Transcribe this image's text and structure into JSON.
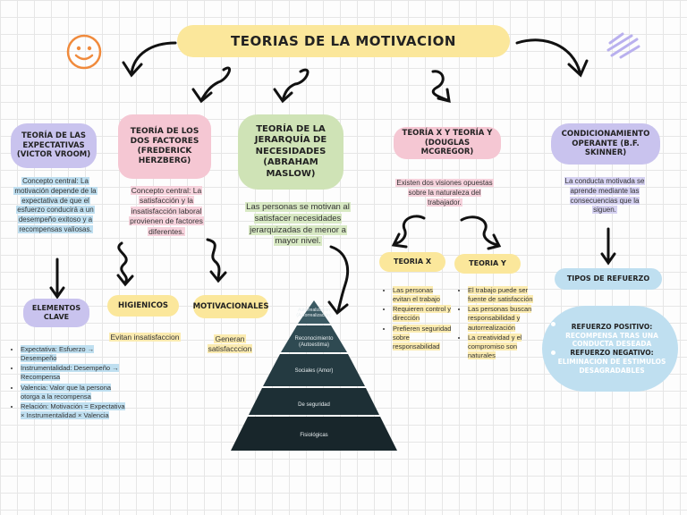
{
  "title": "TEORIAS DE LA MOTIVACION",
  "vroom": {
    "heading": "TEORÍA DE LAS EXPECTATIVAS (VICTOR VROOM)",
    "text": "Concepto central: La motivación depende de la expectativa de que el esfuerzo conducirá a un desempeño exitoso y a recompensas valiosas.",
    "key_label": "ELEMENTOS CLAVE",
    "items": [
      "Expectativa: Esfuerzo → Desempeño",
      "Instrumentalidad: Desempeño → Recompensa",
      "Valencia: Valor que la persona otorga a la recompensa",
      "Relación: Motivación = Expectativa × Instrumentalidad × Valencia"
    ]
  },
  "herzberg": {
    "heading": "TEORÍA DE LOS DOS FACTORES (FREDERICK HERZBERG)",
    "text": "Concepto central: La satisfacción y la insatisfacción laboral provienen de factores diferentes.",
    "hygienic_label": "HIGIENICOS",
    "hygienic_text": "Evitan insatisfaccion",
    "motivational_label": "MOTIVACIONALES",
    "motivational_text": "Generan satisfacccion"
  },
  "maslow": {
    "heading": "TEORÍA DE LA JERARQUÍA DE NECESIDADES (ABRAHAM MASLOW)",
    "text": "Las personas se motivan al satisfacer necesidades jerarquizadas de menor a mayor nivel.",
    "pyramid": [
      "Autorrealización (Autorrealización)",
      "Reconocimiento (Autoestima)",
      "Sociales (Amor)",
      "De seguridad",
      "Fisiológicas"
    ]
  },
  "mcgregor": {
    "heading": "TEORÍA X Y TEORÍA Y (DOUGLAS MCGREGOR)",
    "text": "Existen dos visiones opuestas sobre la naturaleza del trabajador.",
    "x_label": "TEORIA X",
    "x_items": [
      "Las personas evitan el trabajo",
      "Requieren control y dirección",
      "Prefieren seguridad sobre responsabilidad"
    ],
    "y_label": "TEORIA Y",
    "y_items": [
      "El trabajo puede ser fuente de satisfacción",
      "Las personas buscan responsabilidad y autorrealización",
      "La creatividad y el compromiso son naturales"
    ]
  },
  "skinner": {
    "heading": "CONDICIONAMIENTO OPERANTE (B.F. SKINNER)",
    "text": "La conducta motivada se aprende mediante las consecuencias que la siguen.",
    "types_label": "TIPOS DE REFUERZO",
    "positive_label": "REFUERZO POSITIVO:",
    "positive_text": "RECOMPENSA TRAS UNA CONDUCTA DESEADA",
    "negative_label": "REFUERZO NEGATIVO:",
    "negative_text": "ELIMINACION DE ESTIMULOS DESAGRADABLES"
  },
  "colors": {
    "purple": "#c9c3ee",
    "pink": "#f5c7d3",
    "green": "#cfe3b6",
    "yellow": "#fbe79b",
    "blue": "#bfdff0",
    "pyramid_dark": "#1b2a30"
  }
}
